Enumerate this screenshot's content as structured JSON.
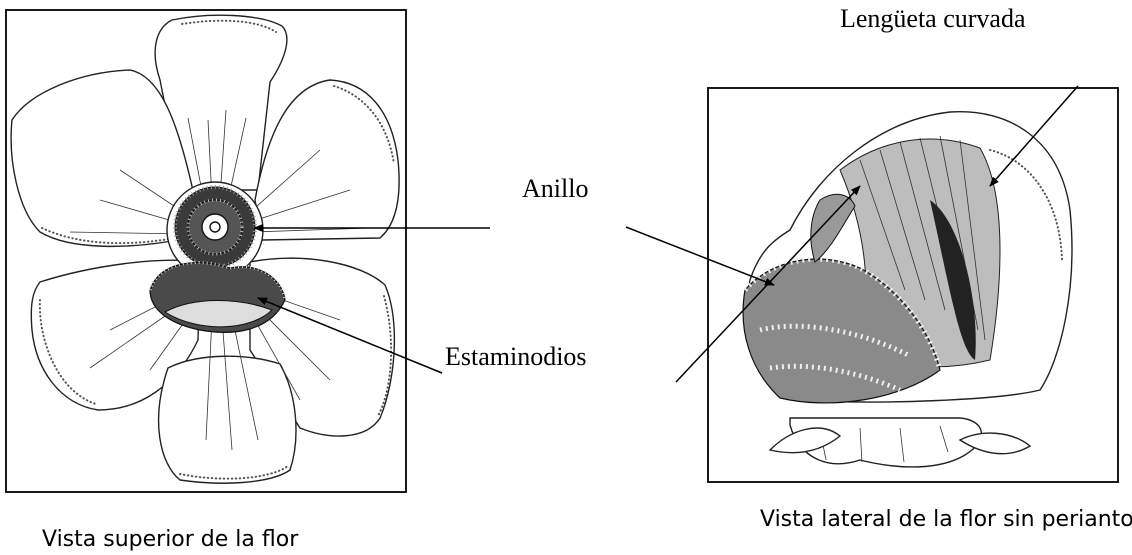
{
  "labels": {
    "ring": "Anillo",
    "staminodes": "Estaminodios",
    "curved_tongue": "Lengüeta curvada"
  },
  "captions": {
    "top_view": "Vista superior de la flor",
    "side_view": "Vista lateral de la flor sin perianto"
  }
}
